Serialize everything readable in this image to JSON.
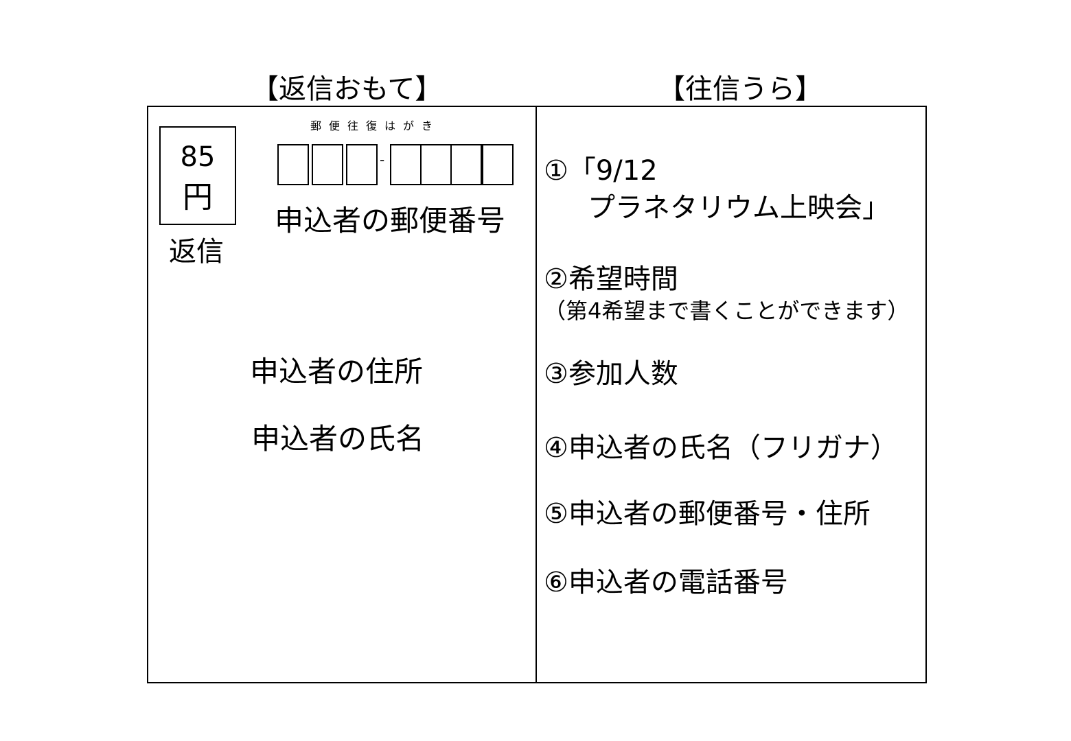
{
  "headings": {
    "reply_front": "【返信おもて】",
    "outgoing_back": "【往信うら】"
  },
  "reply_front": {
    "stamp_price": "85",
    "stamp_yen": "円",
    "reply_label": "返信",
    "postcard_type": "郵便往復はがき",
    "postal_dash": "-",
    "postal_code_label": "申込者の郵便番号",
    "address_label": "申込者の住所",
    "name_label": "申込者の氏名"
  },
  "outgoing_back": {
    "item_1_line1": "①「9/12",
    "item_1_line2": "プラネタリウム上映会」",
    "item_2": "②希望時間",
    "item_2_note": "（第4希望まで書くことができます）",
    "item_3": "③参加人数",
    "item_4": "④申込者の氏名（フリガナ）",
    "item_5": "⑤申込者の郵便番号・住所",
    "item_6": "⑥申込者の電話番号"
  }
}
